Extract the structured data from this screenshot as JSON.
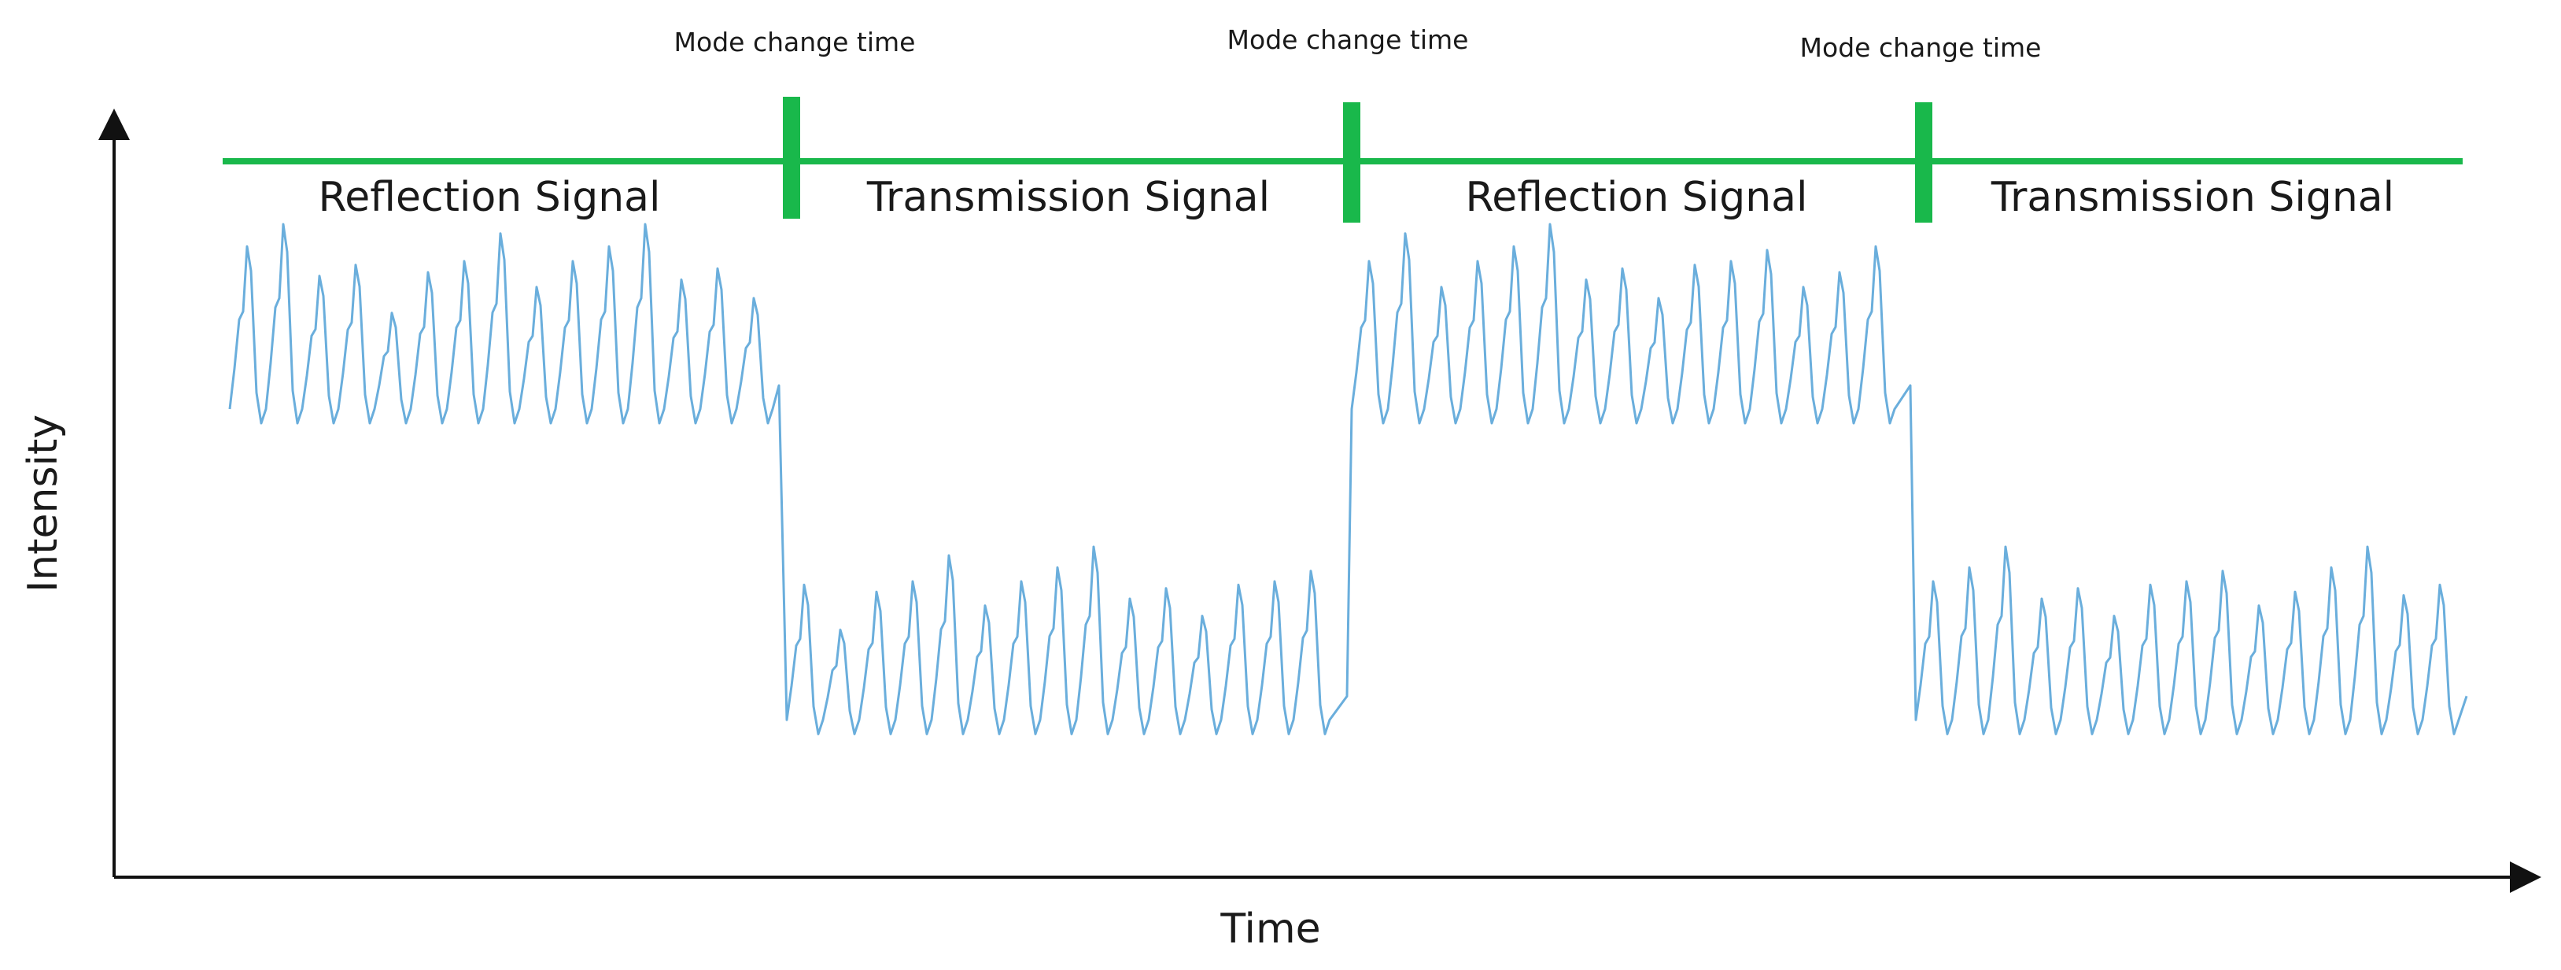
{
  "axes": {
    "y_label": "Intensity",
    "x_label": "Time"
  },
  "mode_change": {
    "label": "Mode change time",
    "count": 3
  },
  "sections": [
    {
      "label": "Reflection Signal",
      "mode": "reflection"
    },
    {
      "label": "Transmission Signal",
      "mode": "transmission"
    },
    {
      "label": "Reflection Signal",
      "mode": "reflection"
    },
    {
      "label": "Transmission Signal",
      "mode": "transmission"
    }
  ],
  "signal": {
    "description_levels": [
      "high",
      "low",
      "high",
      "low"
    ]
  },
  "colors": {
    "timeline": "#19b84b",
    "signal": "#6aaedc",
    "axis": "#111111",
    "text": "#1a1a1a"
  }
}
